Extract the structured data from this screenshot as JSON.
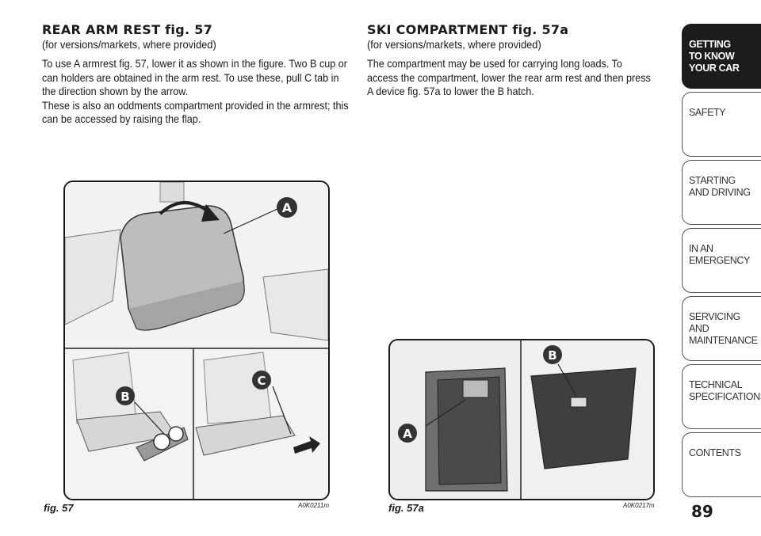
{
  "left": {
    "heading": "REAR ARM REST fig. 57",
    "subheading": "(for versions/markets, where provided)",
    "paragraphs": [
      "To use A armrest fig. 57, lower it as shown in the figure. Two B cup or can holders are obtained in the arm rest. To use these, pull C tab in the direction shown by the arrow.",
      "These is also an oddments compartment provided in the armrest; this can be accessed by raising the flap."
    ]
  },
  "right": {
    "heading": "SKI COMPARTMENT fig. 57a",
    "subheading": "(for versions/markets, where provided)",
    "paragraphs": [
      "The compartment may be used for carrying long loads. To access the compartment, lower the rear arm rest and then press A device fig. 57a to lower the B hatch."
    ]
  },
  "fig57": {
    "caption": "fig. 57",
    "code": "A0K0211m",
    "labels": {
      "a": "A",
      "b": "B",
      "c": "C"
    }
  },
  "fig57a": {
    "caption": "fig. 57a",
    "code": "A0K0217m",
    "labels": {
      "a": "A",
      "b": "B"
    }
  },
  "nav": {
    "tabs": [
      "GETTING\nTO KNOW\nYOUR CAR",
      "SAFETY",
      "STARTING\nAND DRIVING",
      "IN AN\nEMERGENCY",
      "SERVICING AND\nMAINTENANCE",
      "TECHNICAL\nSPECIFICATIONS",
      "CONTENTS"
    ]
  },
  "page_number": "89",
  "colors": {
    "active_tab": "#1c1c1c",
    "tab_border": "#555555"
  }
}
